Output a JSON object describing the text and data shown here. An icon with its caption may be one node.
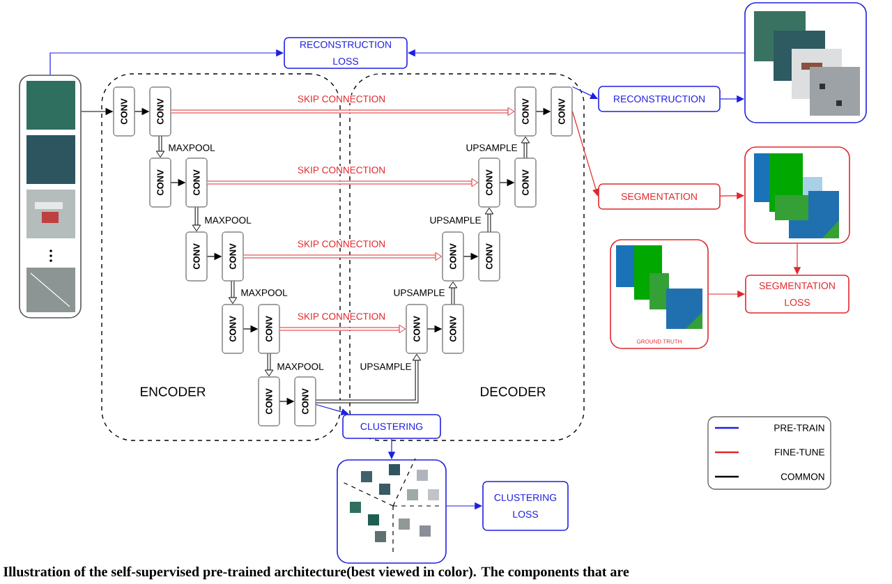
{
  "diagram": {
    "caption": "Illustration of the self-supervised pre-trained architecture(best viewed in color). The components that are",
    "nodes": [
      {
        "text": [],
        "shape": "picture"
      },
      {
        "text": [
          "RECONSTRUCTION LOSS"
        ]
      },
      {
        "text": [
          "ENCODER"
        ]
      },
      {
        "text": [
          "CONV"
        ],
        "in": 2
      },
      {
        "text": [
          "CONV"
        ],
        "in": 2
      },
      {
        "text": [
          "CONV"
        ],
        "in": 2
      },
      {
        "text": [
          "CONV"
        ],
        "in": 2
      },
      {
        "text": [
          "CONV"
        ],
        "in": 2
      },
      {
        "text": [
          "CONV"
        ],
        "in": 2
      },
      {
        "text": [
          "CONV"
        ],
        "in": 2
      },
      {
        "text": [
          "CONV"
        ],
        "in": 2
      },
      {
        "text": [
          "CONV"
        ],
        "in": 2
      },
      {
        "text": [
          "CONV"
        ],
        "in": 2
      },
      {
        "text": [
          "DECODER"
        ]
      },
      {
        "text": [
          "CONV"
        ],
        "in": 13
      },
      {
        "text": [
          "CONV"
        ],
        "in": 13
      },
      {
        "text": [
          "CONV"
        ],
        "in": 13
      },
      {
        "text": [
          "CONV"
        ],
        "in": 13
      },
      {
        "text": [
          "CONV"
        ],
        "in": 13
      },
      {
        "text": [
          "CONV"
        ],
        "in": 13
      },
      {
        "text": [
          "CONV"
        ],
        "in": 13
      },
      {
        "text": [
          "CONV"
        ],
        "in": 13
      },
      {
        "text": [
          "RECONSTRUCTION"
        ]
      },
      {
        "text": [],
        "shape": "picture"
      },
      {
        "text": [
          "SEGMENTATION"
        ]
      },
      {
        "text": [],
        "shape": "picture"
      },
      {
        "text": [
          "GROUND TRUTH"
        ]
      },
      {
        "text": [
          "SEGMENTATION LOSS"
        ]
      },
      {
        "text": [
          "CLUSTERING"
        ]
      },
      {
        "text": [],
        "shape": "picture"
      },
      {
        "text": [
          "CLUSTERING LOSS"
        ]
      }
    ],
    "edges": [
      {
        "from": 0,
        "to": 1,
        "arrow": "to",
        "color": "#1f1fe0"
      },
      {
        "from": 23,
        "to": 1,
        "arrow": "to",
        "color": "#1f1fe0"
      },
      {
        "from": 0,
        "to": 3,
        "arrow": "to"
      },
      {
        "from": 3,
        "to": 4,
        "arrow": "to"
      },
      {
        "from": 5,
        "to": 6,
        "arrow": "to"
      },
      {
        "from": 7,
        "to": 8,
        "arrow": "to"
      },
      {
        "from": 9,
        "to": 10,
        "arrow": "to"
      },
      {
        "from": 11,
        "to": 12,
        "arrow": "to"
      },
      {
        "from": 4,
        "to": 5,
        "arrow": "to",
        "style": "thick",
        "label": "MAXPOOL"
      },
      {
        "from": 6,
        "to": 7,
        "arrow": "to",
        "style": "thick",
        "label": "MAXPOOL"
      },
      {
        "from": 8,
        "to": 9,
        "arrow": "to",
        "style": "thick",
        "label": "MAXPOOL"
      },
      {
        "from": 10,
        "to": 11,
        "arrow": "to",
        "style": "thick",
        "label": "MAXPOOL"
      },
      {
        "from": 4,
        "to": 14,
        "arrow": "to",
        "style": "thick",
        "color": "#e0282c",
        "label": "SKIP CONNECTION"
      },
      {
        "from": 6,
        "to": 16,
        "arrow": "to",
        "style": "thick",
        "color": "#e0282c",
        "label": "SKIP CONNECTION"
      },
      {
        "from": 8,
        "to": 18,
        "arrow": "to",
        "style": "thick",
        "color": "#e0282c",
        "label": "SKIP CONNECTION"
      },
      {
        "from": 10,
        "to": 20,
        "arrow": "to",
        "style": "thick",
        "color": "#e0282c",
        "label": "SKIP CONNECTION"
      },
      {
        "from": 12,
        "to": 20,
        "arrow": "to",
        "style": "thick",
        "label": "UPSAMPLE"
      },
      {
        "from": 21,
        "to": 18,
        "arrow": "to",
        "style": "thick",
        "label": "UPSAMPLE"
      },
      {
        "from": 19,
        "to": 16,
        "arrow": "to",
        "style": "thick",
        "label": "UPSAMPLE"
      },
      {
        "from": 17,
        "to": 14,
        "arrow": "to",
        "style": "thick",
        "label": "UPSAMPLE"
      },
      {
        "from": 14,
        "to": 15,
        "arrow": "to"
      },
      {
        "from": 16,
        "to": 17,
        "arrow": "to"
      },
      {
        "from": 18,
        "to": 19,
        "arrow": "to"
      },
      {
        "from": 20,
        "to": 21,
        "arrow": "to"
      },
      {
        "from": 15,
        "to": 22,
        "arrow": "to",
        "color": "#1f1fe0"
      },
      {
        "from": 15,
        "to": 24,
        "arrow": "to",
        "color": "#e0282c"
      },
      {
        "from": 22,
        "to": 23,
        "arrow": "to",
        "color": "#1f1fe0"
      },
      {
        "from": 24,
        "to": 25,
        "arrow": "to",
        "color": "#e0282c"
      },
      {
        "from": 25,
        "to": 27,
        "arrow": "to",
        "color": "#e0282c"
      },
      {
        "from": 26,
        "to": 27,
        "arrow": "to",
        "color": "#e0282c"
      },
      {
        "from": 12,
        "to": 28,
        "arrow": "to",
        "color": "#1f1fe0"
      },
      {
        "from": 28,
        "to": 29,
        "arrow": "to",
        "color": "#1f1fe0"
      },
      {
        "from": 29,
        "to": 30,
        "arrow": "to",
        "color": "#1f1fe0"
      }
    ],
    "legend": [
      {
        "text": "PRE-TRAIN"
      },
      {
        "text": "FINE-TUNE"
      },
      {
        "text": "COMMON"
      }
    ]
  }
}
